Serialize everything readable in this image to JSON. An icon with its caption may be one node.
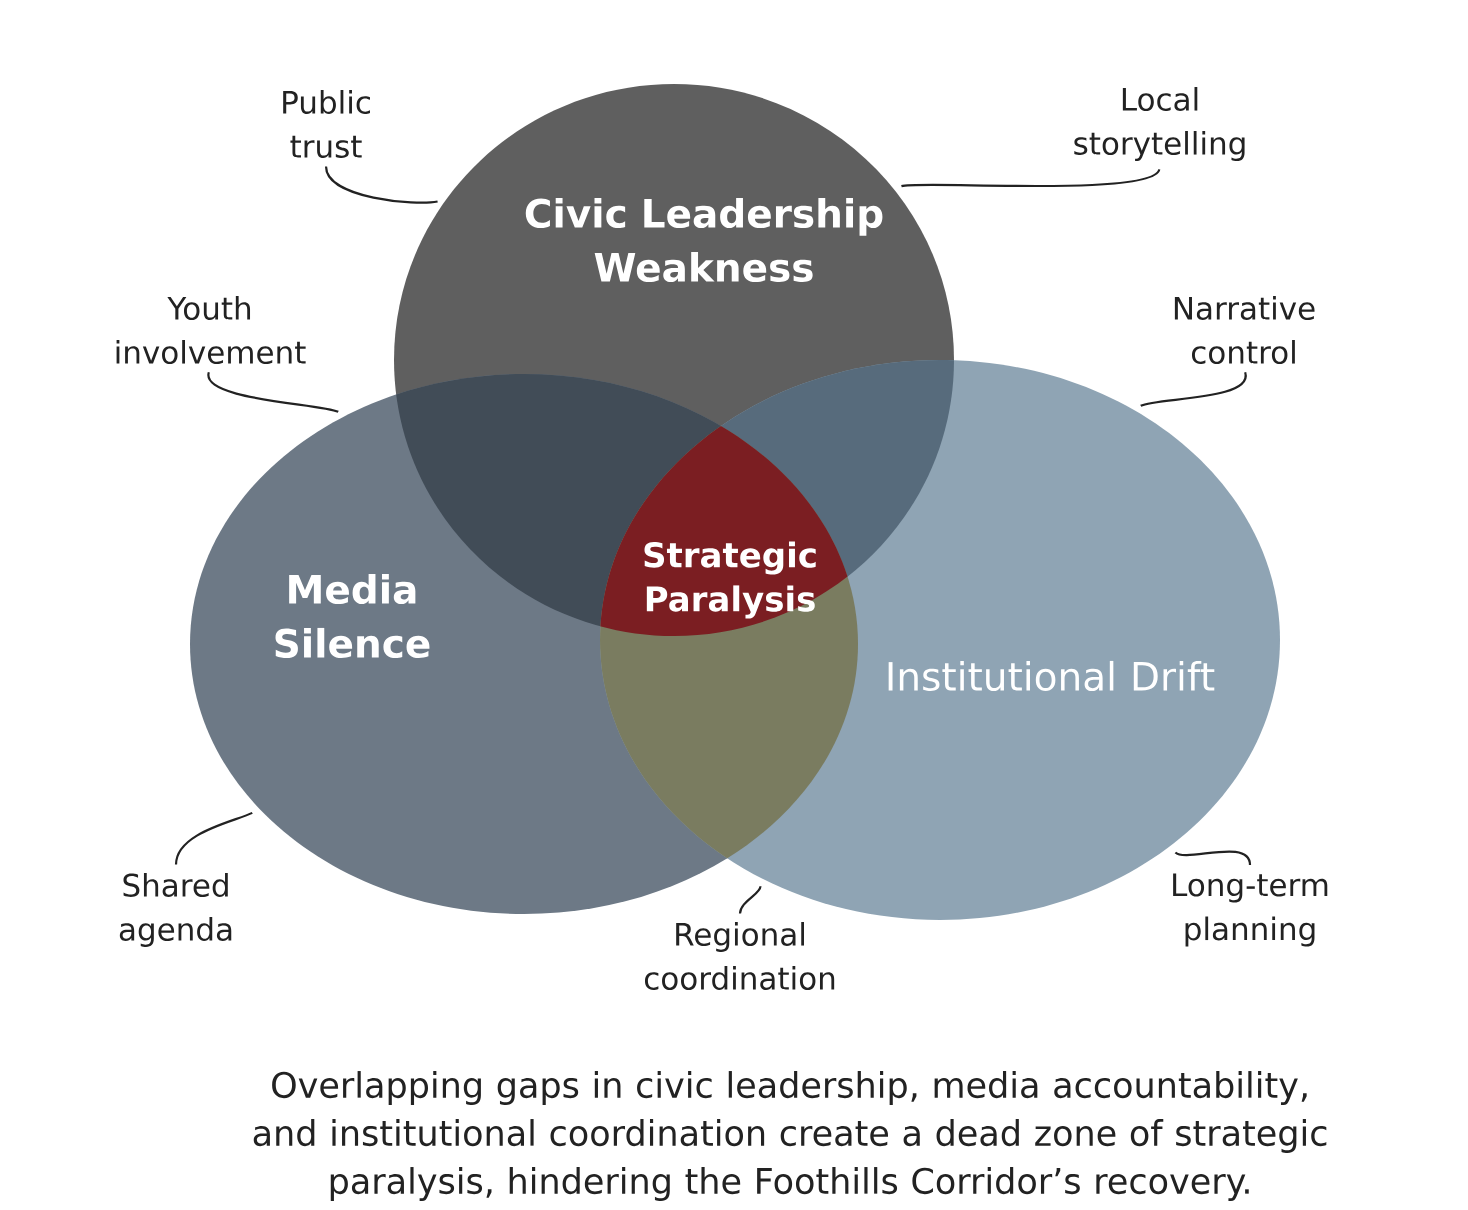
{
  "diagram": {
    "nodes": [
      {
        "text": [
          "Civic Leadership Weakness"
        ]
      },
      {
        "text": [
          "Media Silence"
        ]
      },
      {
        "text": [
          "Institutional Drift"
        ]
      },
      {
        "text": [
          "Strategic Paralysis"
        ]
      },
      {
        "text": [
          "Public trust"
        ]
      },
      {
        "text": [
          "Local storytelling"
        ]
      },
      {
        "text": [
          "Youth involvement"
        ]
      },
      {
        "text": [
          "Narrative control"
        ]
      },
      {
        "text": [
          "Shared agenda"
        ]
      },
      {
        "text": [
          "Long-term planning"
        ]
      },
      {
        "text": [
          "Regional coordination"
        ]
      }
    ],
    "edges": [
      {
        "from": 4,
        "to": 0,
        "arrow": "none"
      },
      {
        "from": 5,
        "to": 0,
        "arrow": "none"
      },
      {
        "from": 6,
        "to": 1,
        "arrow": "none"
      },
      {
        "from": 7,
        "to": 2,
        "arrow": "none"
      },
      {
        "from": 8,
        "to": 1,
        "arrow": "none"
      },
      {
        "from": 9,
        "to": 2,
        "arrow": "none"
      },
      {
        "from": 10,
        "to": 2,
        "arrow": "none"
      }
    ],
    "caption": "Overlapping gaps in civic leadership, media accountability, and institutional coordination create a dead zone of strategic paralysis, hindering the Foothills Corridor’s recovery."
  }
}
